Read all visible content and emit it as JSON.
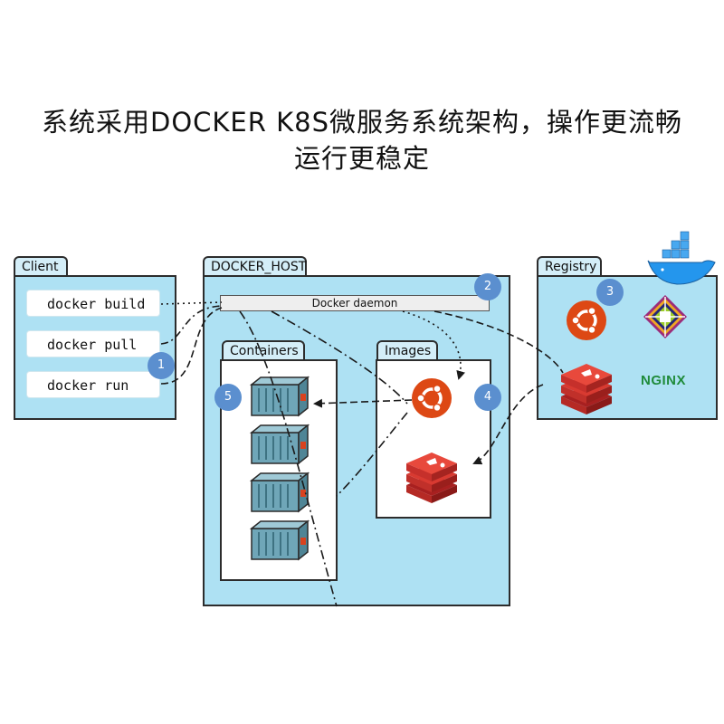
{
  "title": {
    "line1": "系统采用DOCKER K8S微服务系统架构，操作更流畅",
    "line2": "运行更稳定"
  },
  "client": {
    "label": "Client",
    "commands": [
      "docker build",
      "docker pull",
      "docker run"
    ]
  },
  "docker_host": {
    "label": "DOCKER_HOST",
    "daemon_label": "Docker daemon",
    "containers_label": "Containers",
    "images_label": "Images"
  },
  "registry": {
    "label": "Registry",
    "nginx_text": "NGINX"
  },
  "steps": [
    "1",
    "2",
    "3",
    "4",
    "5"
  ],
  "colors": {
    "panel": "#aee1f3",
    "badge": "#5b8fcf",
    "ubuntu": "#dd4814",
    "redis": "#c6302b",
    "container": "#6fa6b8",
    "docker_whale": "#2496ed"
  },
  "icons": [
    "ubuntu-icon",
    "redis-icon",
    "centos-icon",
    "nginx-logo",
    "docker-whale-icon",
    "container-icon"
  ]
}
